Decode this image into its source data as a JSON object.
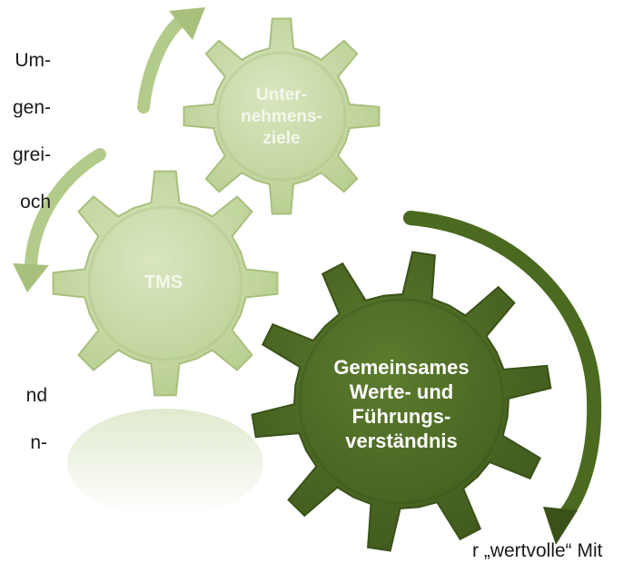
{
  "texts": {
    "top_fragment": [
      "Um-",
      "gen-",
      "grei-",
      "och"
    ],
    "mid_fragment": [
      "nd",
      "n-"
    ],
    "bottom_fragment": "r „wertvolle“ Mit"
  },
  "gears": {
    "ziele": {
      "lines": [
        "Unter-",
        "nehmens-",
        "ziele"
      ]
    },
    "tms": {
      "lines": [
        "TMS"
      ]
    },
    "werte": {
      "lines": [
        "Gemeinsames",
        "Werte- und",
        "Führungs-",
        "verständnis"
      ]
    }
  },
  "colors": {
    "light_gear": "#c8d9a8",
    "light_gear_edge": "#a9c07d",
    "dark_gear": "#4d6a26",
    "dark_gear_edge": "#3a5219",
    "light_arrow": "#b3cb8a",
    "dark_arrow": "#4a6a1f"
  }
}
